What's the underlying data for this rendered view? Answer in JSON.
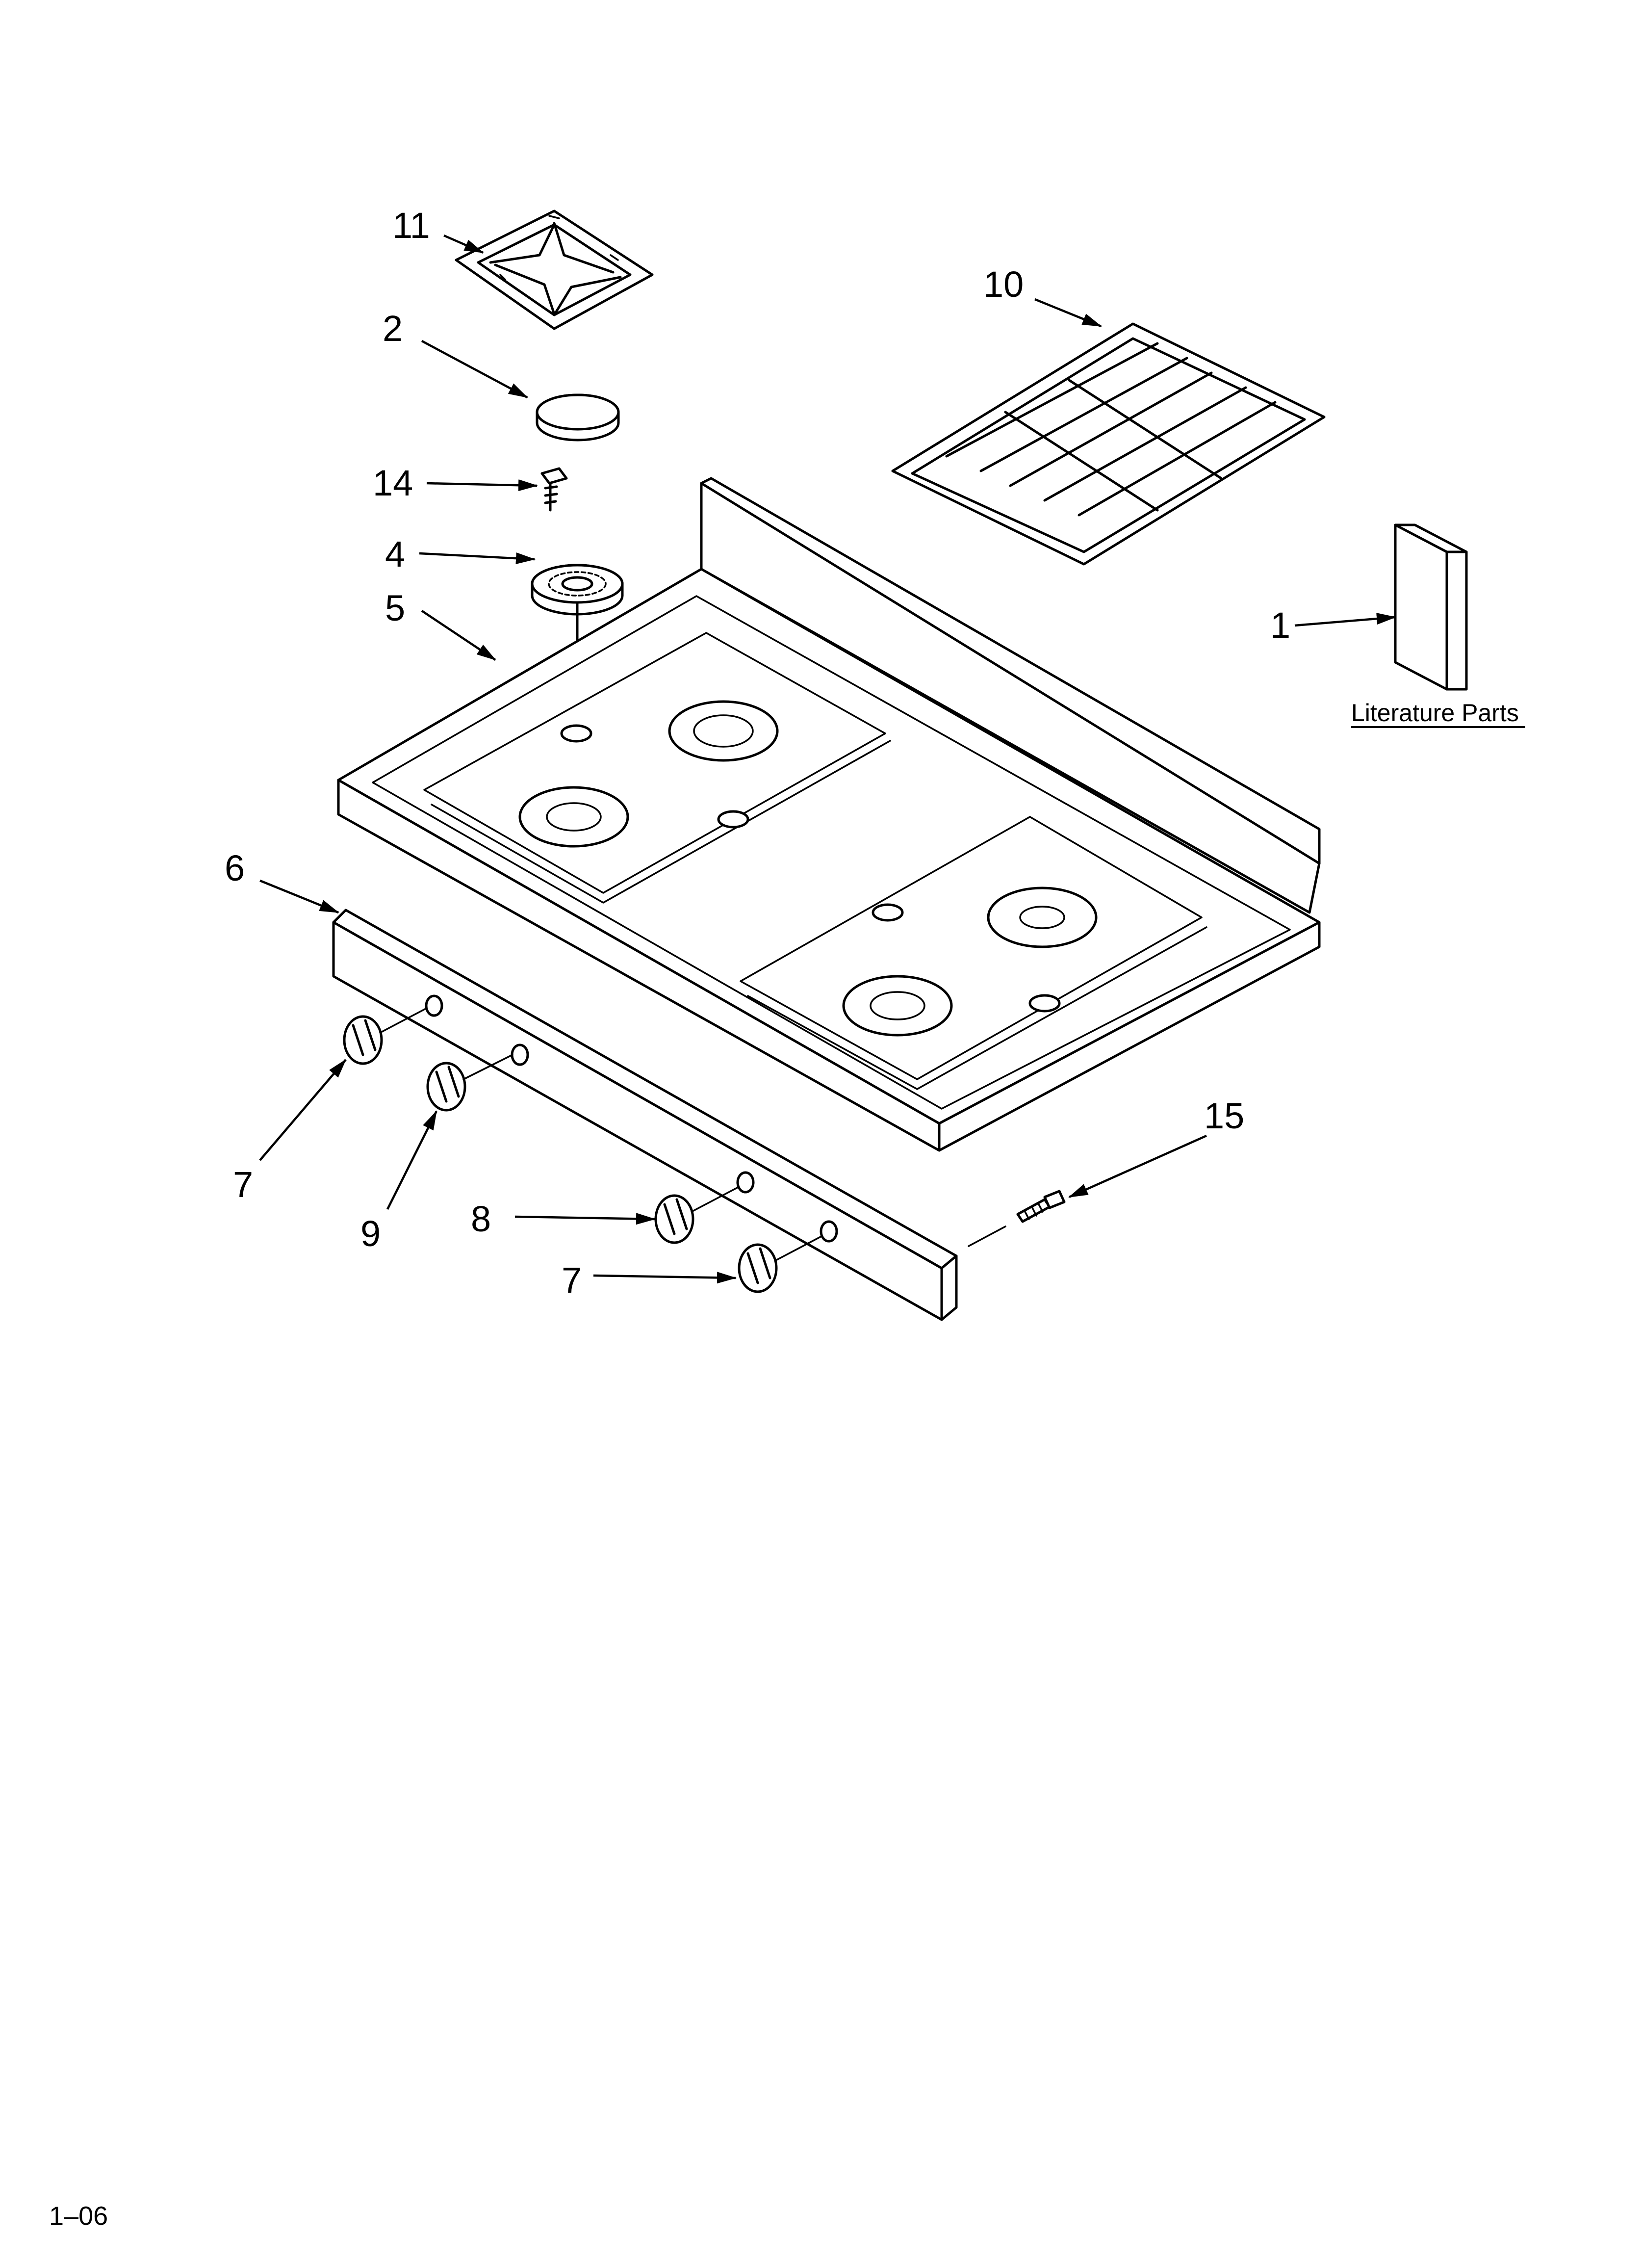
{
  "diagram": {
    "callouts": [
      {
        "id": "c11",
        "label": "11"
      },
      {
        "id": "c2",
        "label": "2"
      },
      {
        "id": "c14",
        "label": "14"
      },
      {
        "id": "c4",
        "label": "4"
      },
      {
        "id": "c5",
        "label": "5"
      },
      {
        "id": "c10",
        "label": "10"
      },
      {
        "id": "c1",
        "label": "1"
      },
      {
        "id": "c6",
        "label": "6"
      },
      {
        "id": "c7a",
        "label": "7"
      },
      {
        "id": "c9",
        "label": "9"
      },
      {
        "id": "c8",
        "label": "8"
      },
      {
        "id": "c7b",
        "label": "7"
      },
      {
        "id": "c15",
        "label": "15"
      }
    ],
    "literature_label": "Literature Parts",
    "page_number": "1–06"
  }
}
